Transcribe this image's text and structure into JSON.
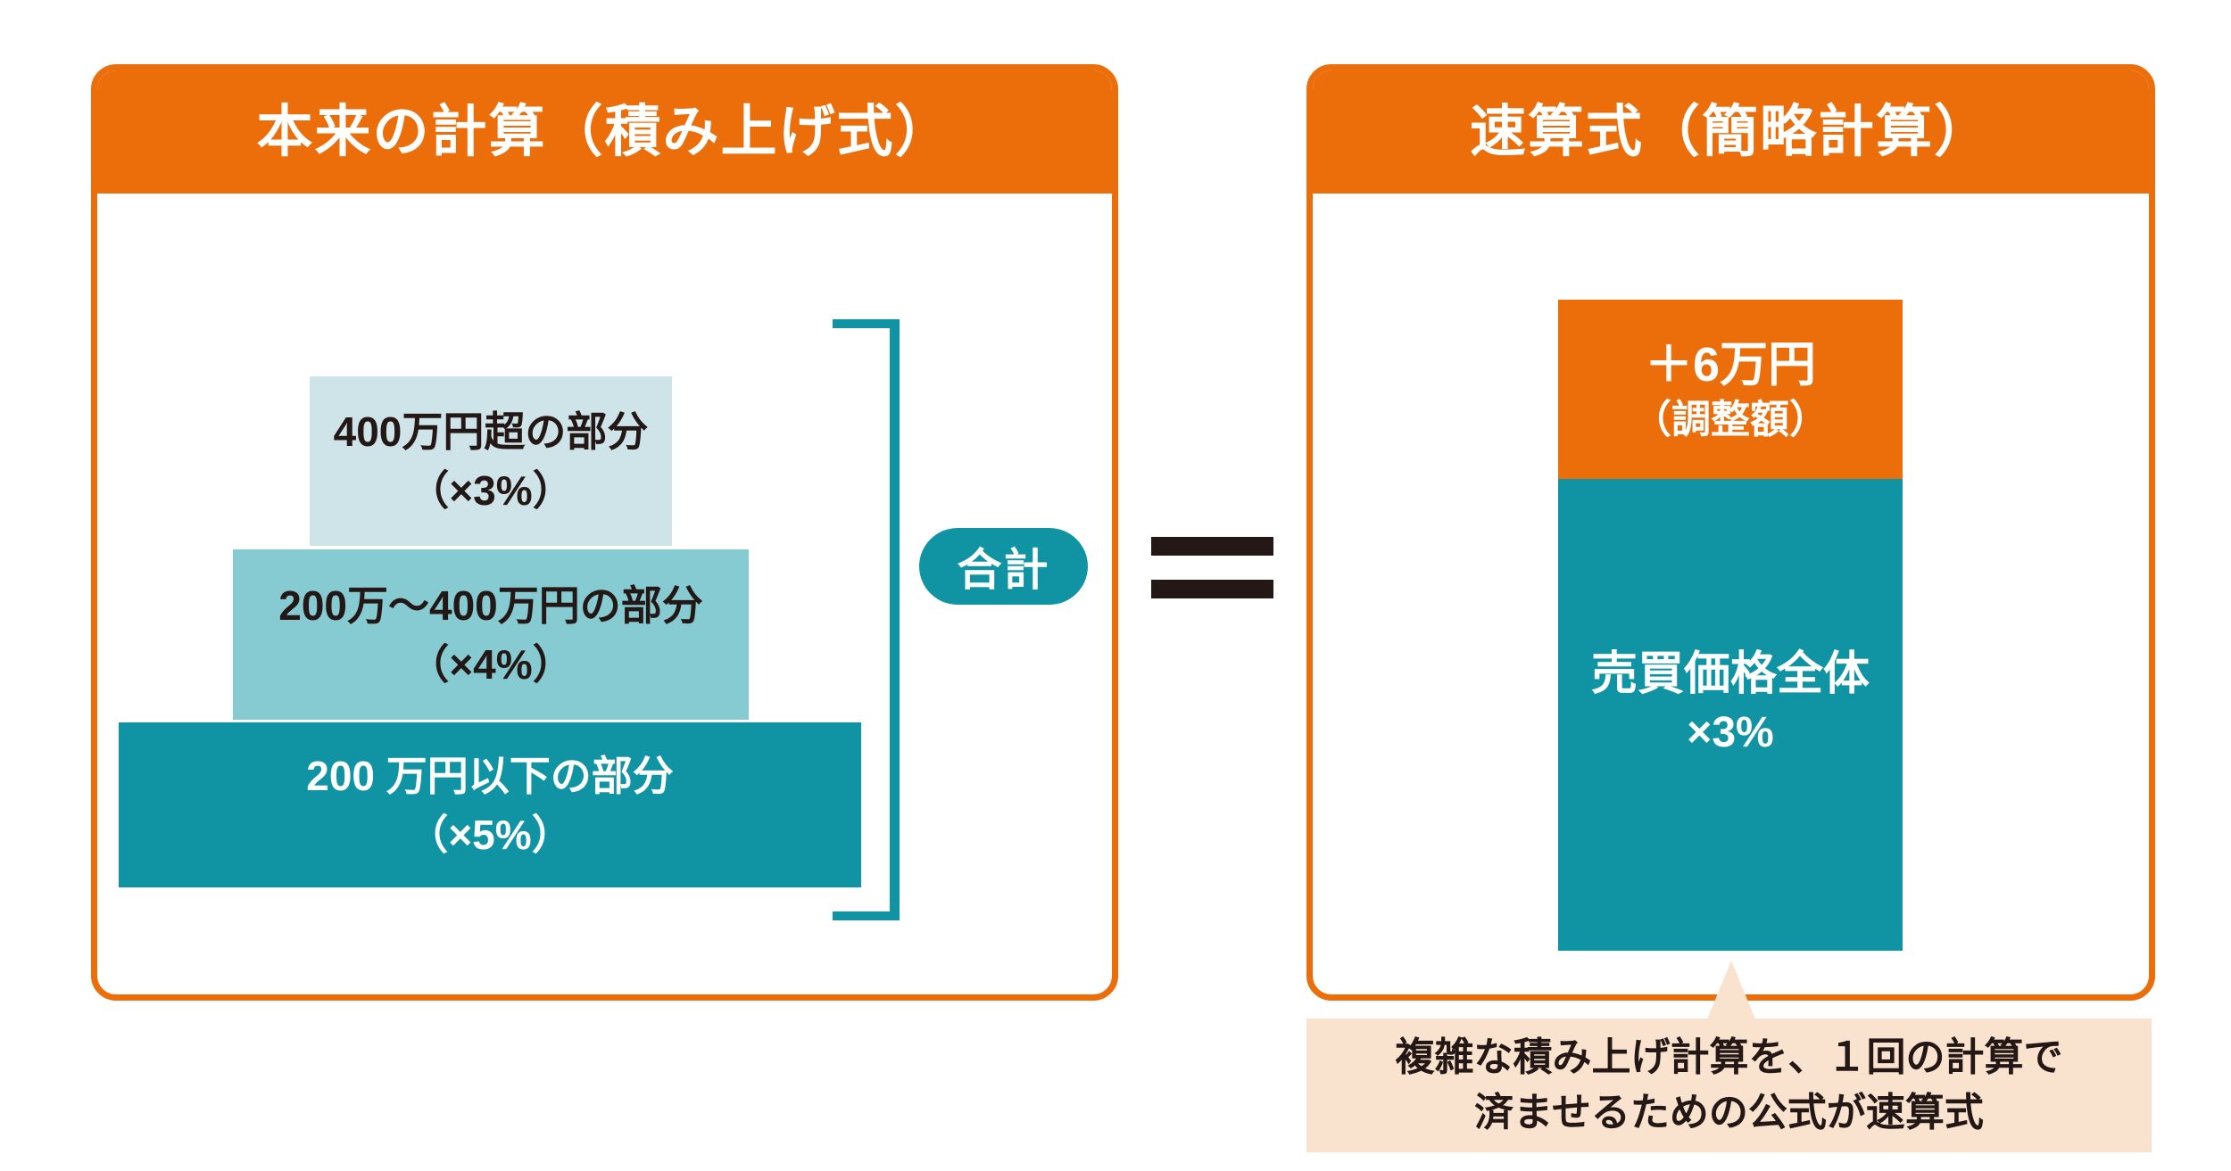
{
  "colors": {
    "accent_orange": "#EB6E0A",
    "teal_dark": "#1094A4",
    "teal_mid": "#86CAD2",
    "teal_light": "#CFE4E8",
    "note_peach": "#FAE3CE",
    "ink": "#231815"
  },
  "left_panel": {
    "title": "本来の計算（積み上げ式）",
    "tiers": [
      {
        "label": "400万円超の部分",
        "rate": "（×3%）"
      },
      {
        "label": "200万〜400万円の部分",
        "rate": "（×4%）"
      },
      {
        "label": "200 万円以下の部分",
        "rate": "（×5%）"
      }
    ],
    "total_label": "合計"
  },
  "equals_icon": "＝",
  "right_panel": {
    "title": "速算式（簡略計算）",
    "box": {
      "adjustment_amount": "＋6万円",
      "adjustment_note": "（調整額）",
      "base_label": "売買価格全体",
      "base_rate": "×3%"
    },
    "note_line1": "複雑な積み上げ計算を、１回の計算で",
    "note_line2": "済ませるための公式が速算式"
  }
}
